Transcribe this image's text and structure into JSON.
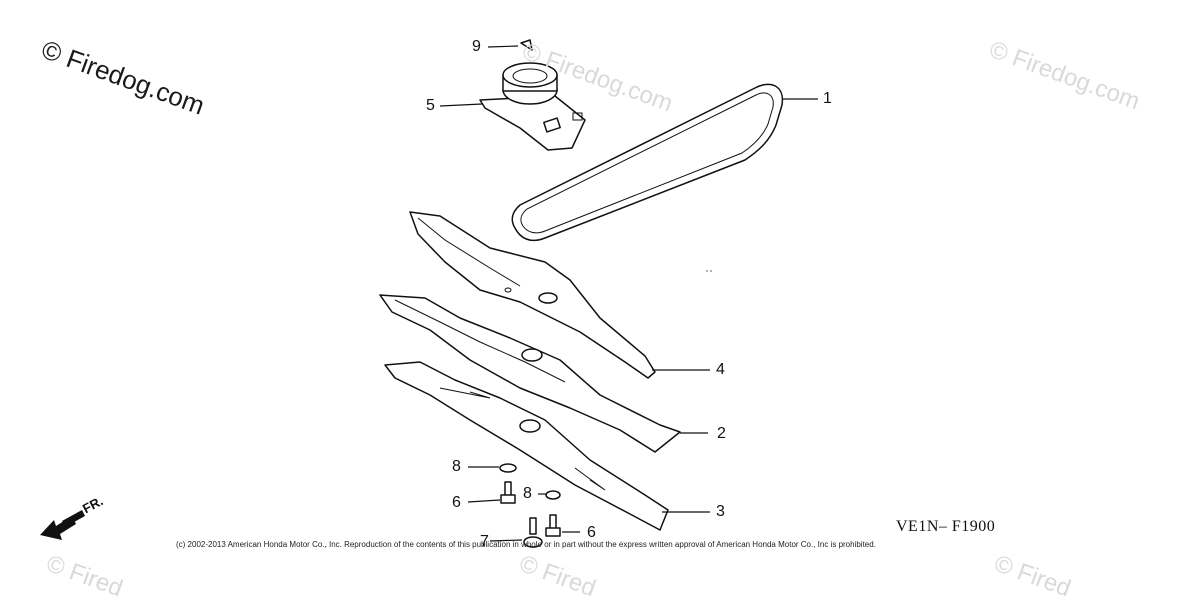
{
  "watermark": {
    "main": "© Firedog.com",
    "faint": "© Firedog.com",
    "faint_partial": "© Fired"
  },
  "callouts": {
    "p1": "1",
    "p2": "2",
    "p3": "3",
    "p4": "4",
    "p5": "5",
    "p6a": "6",
    "p6b": "6",
    "p7": "7",
    "p8a": "8",
    "p8b": "8",
    "p9": "9"
  },
  "figure_code": "VE1N– F1900",
  "front_indicator": "FR.",
  "copyright": "(c) 2002-2013 American Honda Motor Co., Inc. Reproduction of the contents of this publication in whole or in part without the express written approval of American Honda Motor Co., Inc is prohibited."
}
